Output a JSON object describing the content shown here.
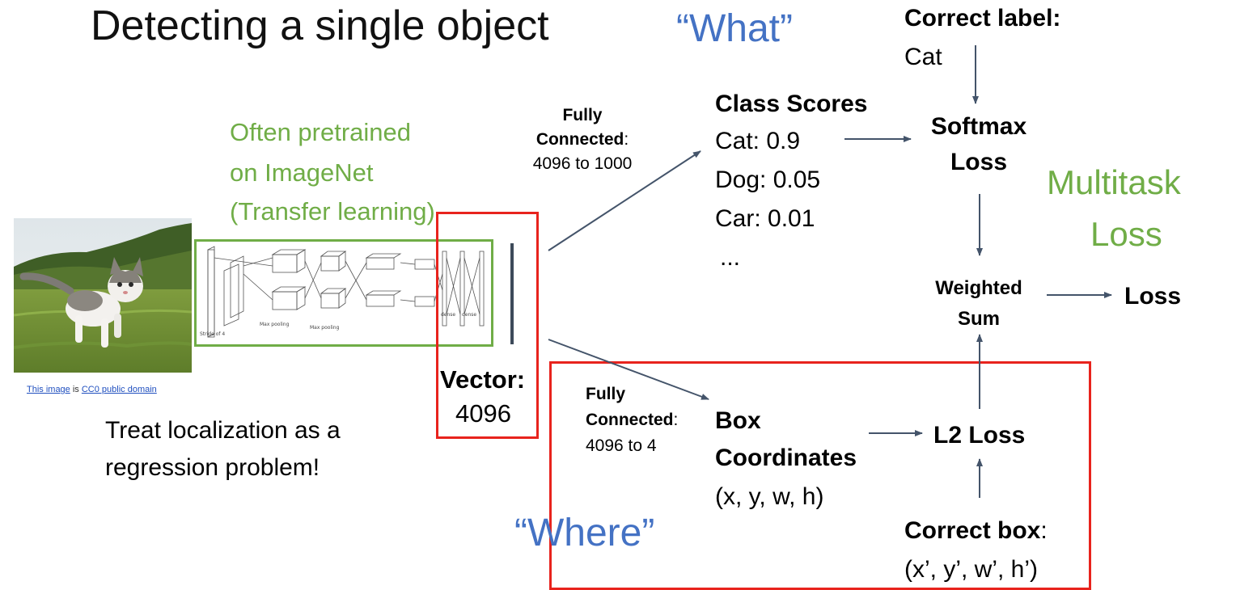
{
  "title": "Detecting a single object",
  "what_label": "“What”",
  "where_label": "“Where”",
  "pretrained": {
    "line1": "Often pretrained",
    "line2": "on ImageNet",
    "line3": "(Transfer learning)"
  },
  "image_credit": {
    "link1": "This image",
    "middle": " is ",
    "link2": "CC0 public domain"
  },
  "treat": {
    "line1": "Treat localization as a",
    "line2": "regression problem!"
  },
  "vector": {
    "label": "Vector:",
    "value": "4096"
  },
  "fc_top": {
    "line1": "Fully",
    "line2_bold": "Connected",
    "line2_rest": ":",
    "line3": "4096 to 1000"
  },
  "fc_bottom": {
    "line1": "Fully",
    "line2_bold": "Connected",
    "line2_rest": ":",
    "line3": "4096 to 4"
  },
  "class_scores": {
    "heading": "Class Scores",
    "items": [
      "Cat: 0.9",
      "Dog: 0.05",
      "Car: 0.01",
      "..."
    ]
  },
  "correct_label": {
    "heading": "Correct label:",
    "value": "Cat"
  },
  "softmax": {
    "line1": "Softmax",
    "line2": "Loss"
  },
  "multitask": {
    "line1": "Multitask",
    "line2": "Loss"
  },
  "weighted_sum": {
    "line1": "Weighted",
    "line2": "Sum"
  },
  "loss": "Loss",
  "box_coords": {
    "line1": "Box",
    "line2": "Coordinates",
    "line3": "(x, y, w, h)"
  },
  "l2_loss": "L2 Loss",
  "correct_box": {
    "heading": "Correct box",
    "colon": ":",
    "value": "(x’, y’, w’, h’)"
  },
  "network_labels": {
    "max_pooling": "Max pooling",
    "dense": "dense",
    "stride": "Stride of 4"
  },
  "colors": {
    "blue": "#4472c4",
    "green": "#70ad47",
    "red": "#e8231d",
    "arrow": "#44546a"
  },
  "icons": [
    "cat-photo",
    "cnn-architecture-diagram",
    "arrow-icon"
  ]
}
